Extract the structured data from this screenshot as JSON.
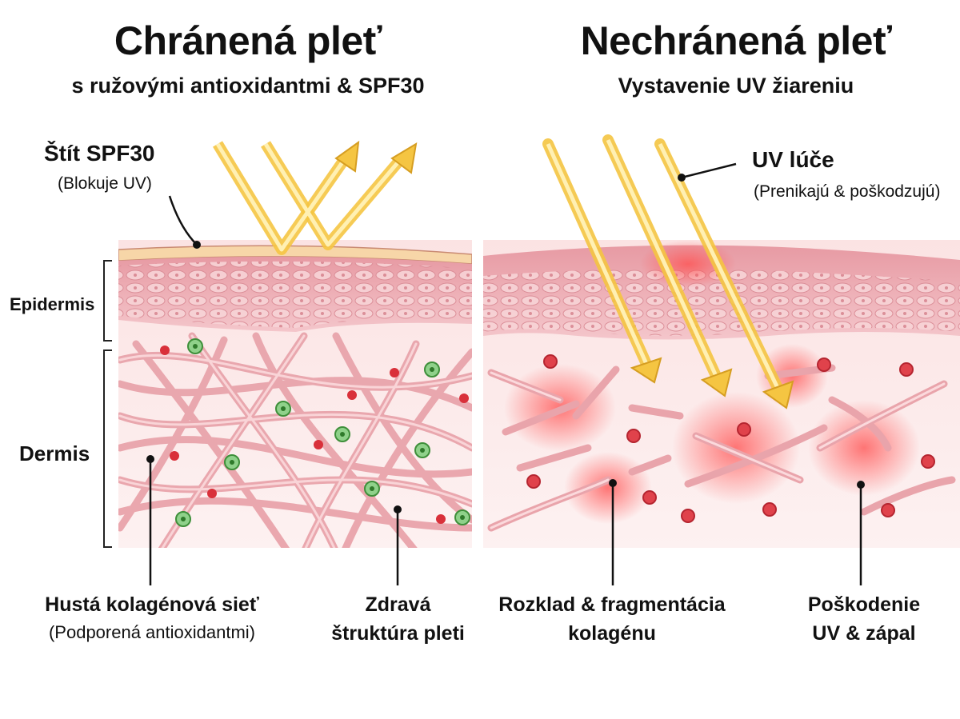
{
  "left": {
    "title": "Chránená pleť",
    "subtitle": "s ružovými antioxidantmi & SPF30",
    "shield_label": "Štít SPF30",
    "shield_note": "(Blokuje UV)",
    "collagen_label": "Hustá kolagénová sieť",
    "collagen_note": "(Podporená antioxidantmi)",
    "structure_label_1": "Zdravá",
    "structure_label_2": "štruktúra pleti"
  },
  "right": {
    "title": "Nechránená pleť",
    "subtitle": "Vystavenie UV žiareniu",
    "uv_label": "UV lúče",
    "uv_note": "(Prenikajú & poškodzujú)",
    "breakdown_label_1": "Rozklad & fragmentácia",
    "breakdown_label_2": "kolagénu",
    "damage_label_1": "Poškodenie",
    "damage_label_2": "UV & zápal"
  },
  "layers": {
    "epidermis": "Epidermis",
    "dermis": "Dermis"
  },
  "colors": {
    "skin_pink": "#f2c4c6",
    "epidermis": "#e9a9b0",
    "fiber": "#f3b9bd",
    "uv_yellow": "#f5c542",
    "damage_red": "#ff5a5a",
    "antioxidant_green": "#7cc576",
    "free_radical_red": "#d9303a"
  }
}
